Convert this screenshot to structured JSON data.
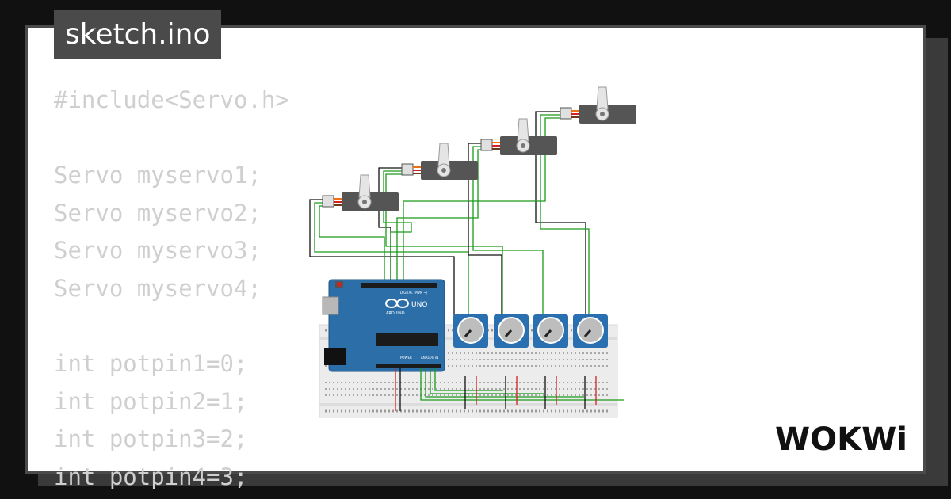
{
  "tab": {
    "title": "sketch.ino"
  },
  "code": {
    "lines": [
      "#include<Servo.h>",
      "",
      "Servo myservo1;",
      "Servo myservo2;",
      "Servo myservo3;",
      "Servo myservo4;",
      "",
      "int potpin1=0;",
      "int potpin2=1;",
      "int potpin3=2;",
      "int potpin4=3;"
    ]
  },
  "board": {
    "logo_text": "UNO",
    "brand_text": "ARDUINO",
    "header_label": "DIGITAL (PWM ~)",
    "power_label": "POWER",
    "analog_label": "ANALOG IN"
  },
  "brand": {
    "logo": "WOKWi"
  },
  "colors": {
    "background": "#111111",
    "card": "#ffffff",
    "tab": "#4a4a4a",
    "code_text": "#cfcfcf",
    "board_blue": "#2b6ea8",
    "wire_green": "#1a9a1a",
    "wire_red": "#d42020",
    "wire_black": "#111111",
    "servo_body": "#555555",
    "pot_blue": "#2a6fb0"
  },
  "icons": {
    "logo": "wokwi-logo",
    "component_1": "servo-icon",
    "component_2": "potentiometer-icon",
    "component_3": "arduino-uno-board",
    "component_4": "breadboard"
  }
}
